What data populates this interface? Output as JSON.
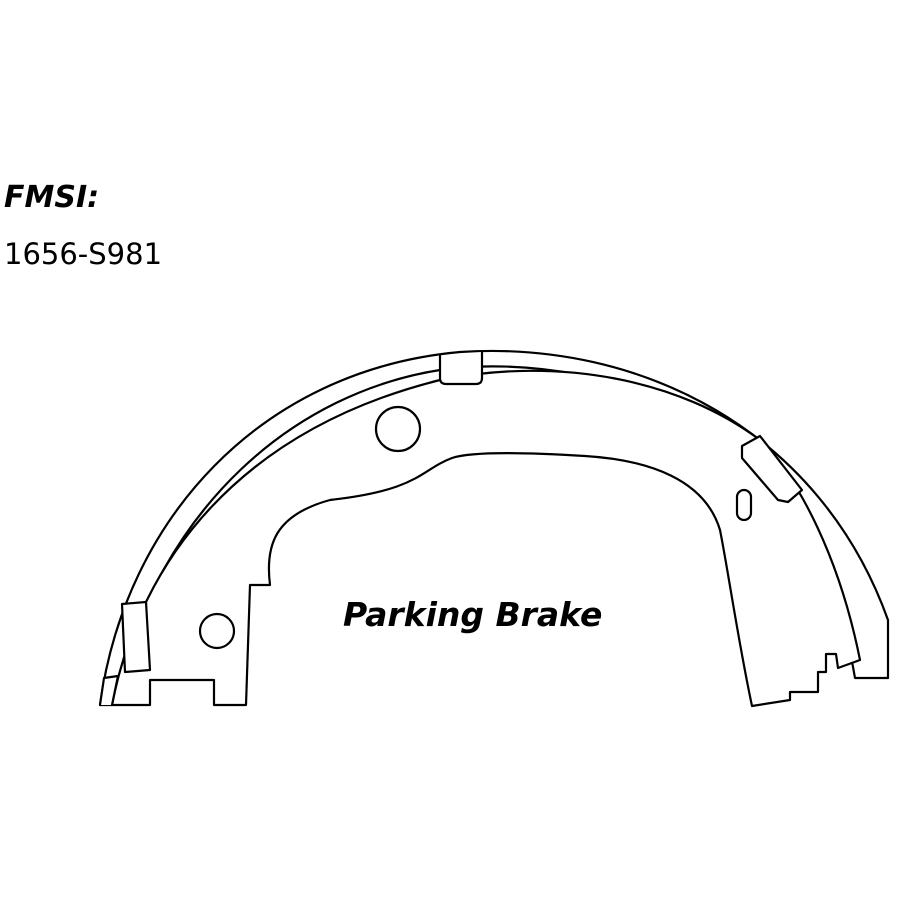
{
  "fmsi": {
    "heading": "FMSI:",
    "number": "1656-S981"
  },
  "diagram": {
    "part_label": "Parking Brake",
    "subject": "brake-shoe-outline",
    "line_color": "#000000",
    "background_color": "#ffffff"
  }
}
